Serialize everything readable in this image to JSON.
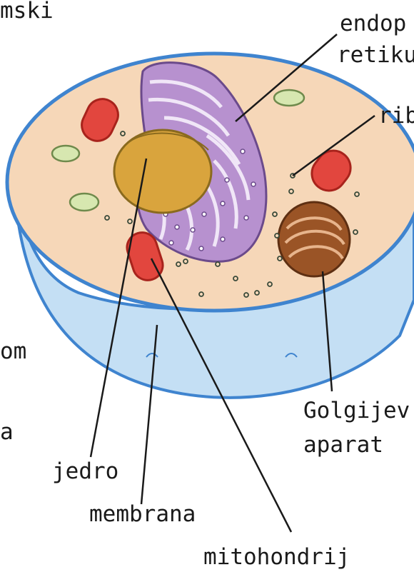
{
  "labels": {
    "top_left_fragment": "mski",
    "endoplasmic_line1": "endop",
    "endoplasmic_line2": "retiku",
    "ribosome": "rib",
    "left_fragment_1": "om",
    "left_fragment_2": "a",
    "golgi_line1": "Golgijev",
    "golgi_line2": "aparat",
    "nucleus": "jedro",
    "membrane": "membrana",
    "mitochondrion": "mitohondrij"
  },
  "colors": {
    "membrane_blue": "#3f84cf",
    "membrane_fill": "#bcdaf2",
    "cytoplasm": "#f6d7b8",
    "nucleus": "#d9a43d",
    "er": "#b791cf",
    "golgi": "#8b4a22",
    "mitochondria": "#e2463e",
    "vesicle": "#d7e7b0"
  }
}
